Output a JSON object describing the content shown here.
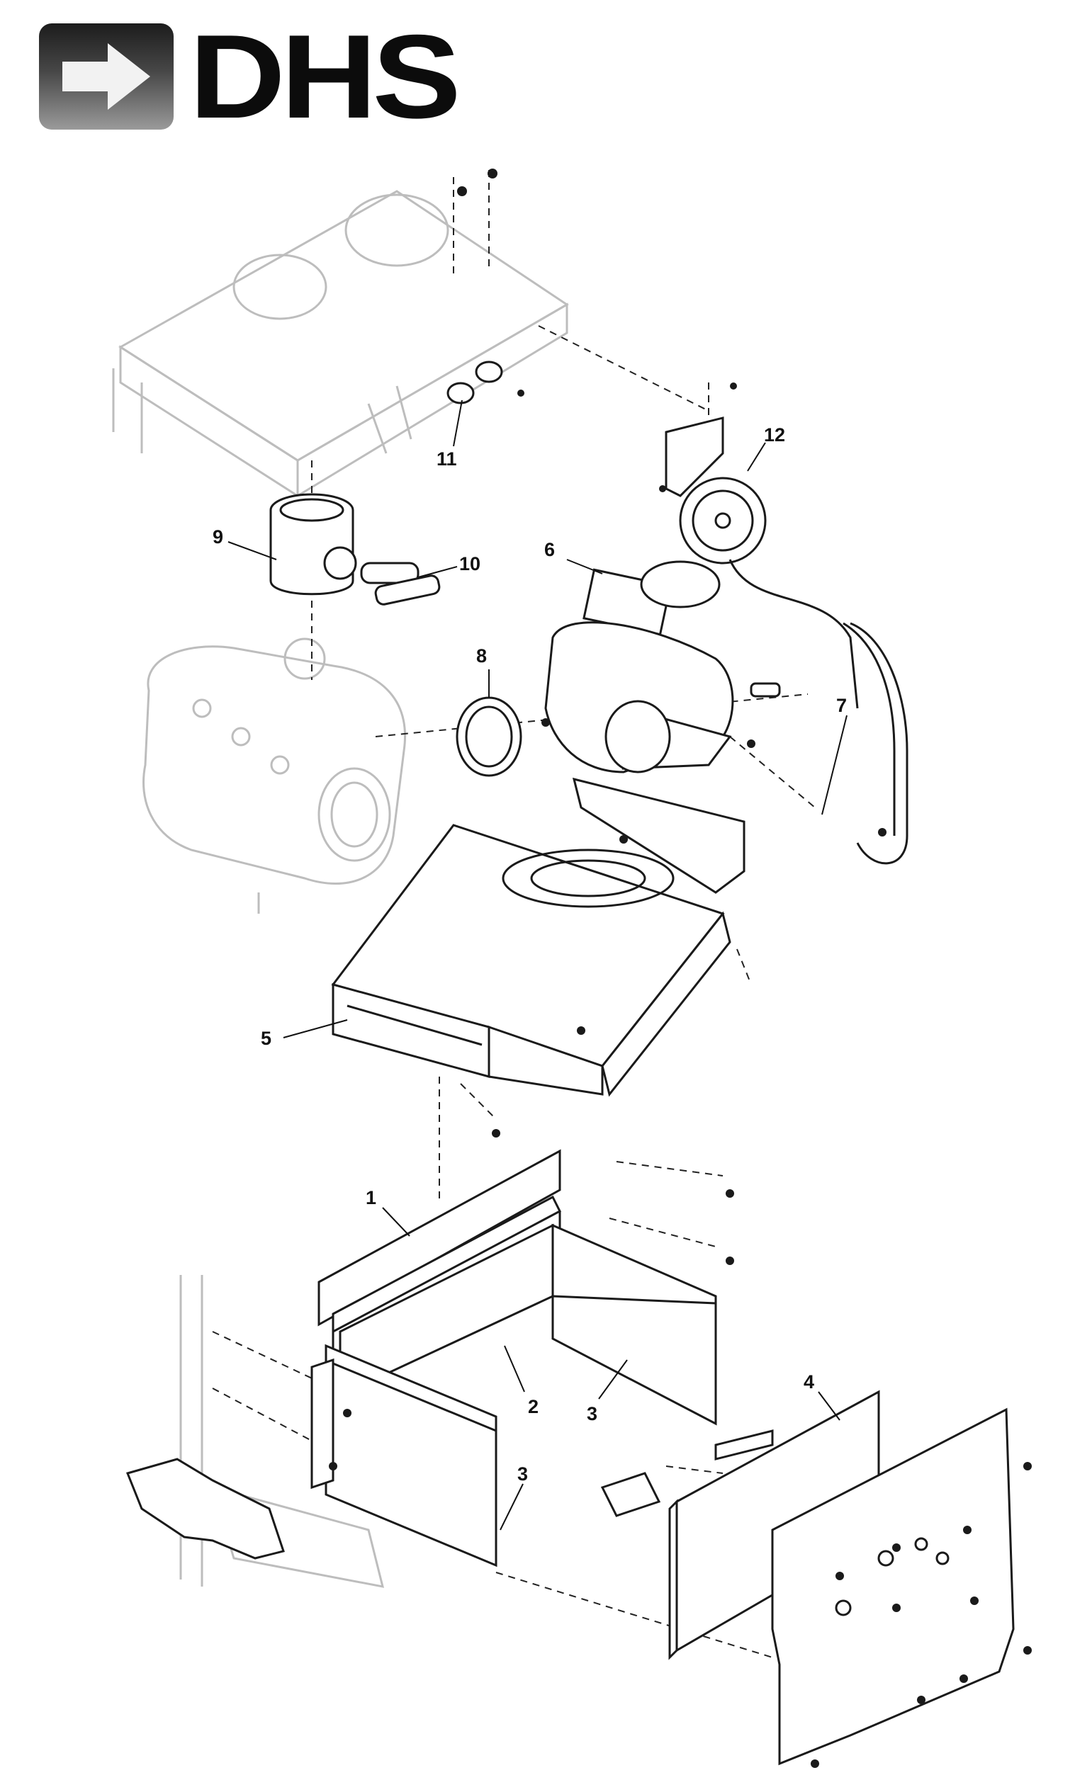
{
  "logo": {
    "brand_text": "DHS"
  },
  "colors": {
    "ink": "#1a1a1a",
    "ghost": "#bdbdbd",
    "background": "#ffffff"
  },
  "callouts": {
    "c1": "1",
    "c2": "2",
    "c3a": "3",
    "c3b": "3",
    "c4": "4",
    "c5": "5",
    "c6": "6",
    "c7": "7",
    "c8": "8",
    "c9": "9",
    "c10": "10",
    "c11": "11",
    "c12": "12"
  }
}
